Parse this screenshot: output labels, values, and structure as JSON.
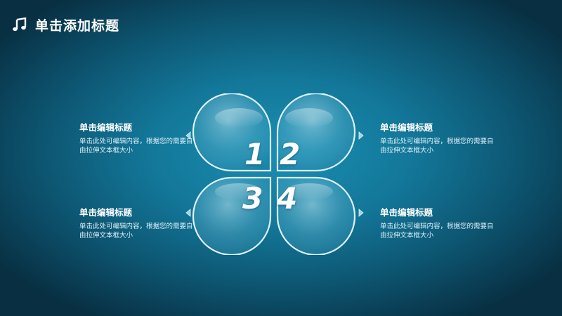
{
  "slide": {
    "title": "单击添加标题",
    "title_icon": "music-note-icon"
  },
  "textboxes": [
    {
      "heading": "单击编辑标题",
      "body": "单击此处可编辑内容，根据您的需要自由拉伸文本框大小"
    },
    {
      "heading": "单击编辑标题",
      "body": "单击此处可编辑内容，根据您的需要自由拉伸文本框大小"
    },
    {
      "heading": "单击编辑标题",
      "body": "单击此处可编辑内容，根据您的需要自由拉伸文本框大小"
    },
    {
      "heading": "单击编辑标题",
      "body": "单击此处可编辑内容，根据您的需要自由拉伸文本框大小"
    }
  ],
  "petals": [
    {
      "number": "1"
    },
    {
      "number": "2"
    },
    {
      "number": "3"
    },
    {
      "number": "4"
    }
  ],
  "colors": {
    "background_center": "#1a8fb3",
    "background_edge": "#082f42",
    "text": "#ffffff"
  }
}
